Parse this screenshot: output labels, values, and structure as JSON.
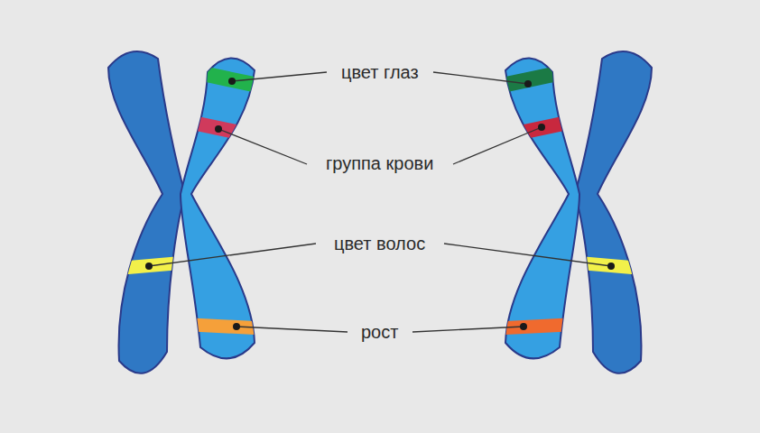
{
  "diagram": {
    "labels": [
      "цвет глаз",
      "группа крови",
      "цвет волос",
      "рост"
    ]
  }
}
